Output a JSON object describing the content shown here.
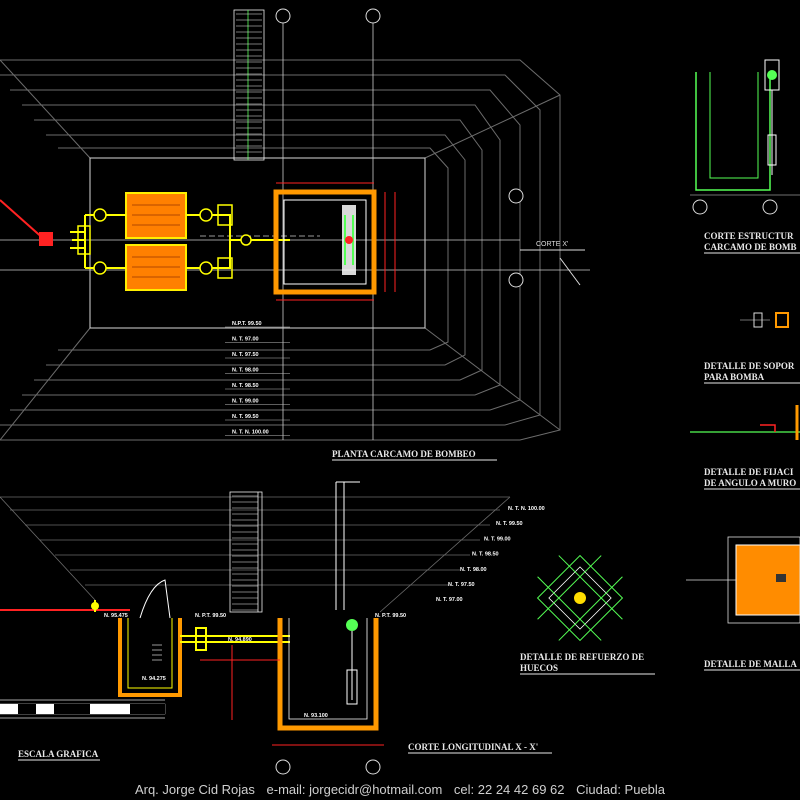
{
  "titles": {
    "plant": "PLANTA CARCAMO DE BOMBEO",
    "longitudinal": "CORTE LONGITUDINAL X - X'",
    "scale": "ESCALA GRAFICA",
    "structural_1": "CORTE ESTRUCTUR",
    "structural_2": "CARCAMO DE BOMB",
    "support_1": "DETALLE DE SOPOR",
    "support_2": "PARA BOMBA",
    "angle_1": "DETALLE DE FIJACI",
    "angle_2": "DE ANGULO A MURO",
    "holes_1": "DETALLE DE REFUERZO DE",
    "holes_2": "HUECOS",
    "mesh": "DETALLE DE MALLA",
    "section_mark": "CORTE X'"
  },
  "plan_levels": [
    "N.P.T. 99.50",
    "N. T. 97.00",
    "N. T. 97.50",
    "N. T. 98.00",
    "N. T. 98.50",
    "N. T. 99.00",
    "N. T. 99.50",
    "N. T. N. 100.00"
  ],
  "section_levels": [
    "N. T. N. 100.00",
    "N. T. 99.50",
    "N. T. 99.00",
    "N. T. 98.50",
    "N. T. 98.00",
    "N. T. 97.50",
    "N. T. 97.00"
  ],
  "section_labels": {
    "npt": "N. P.T. 99.50",
    "npt_right": "N. P.T. 99.50",
    "left_level": "N. 95.475",
    "pipe_level": "N. 94.890",
    "tank_bottom": "N. 94.275",
    "pit_bottom": "N. 93.100"
  },
  "footer": {
    "author": "Arq. Jorge Cid Rojas",
    "email": "e-mail: jorgecidr@hotmail.com",
    "phone": "cel: 22 24 42 69 62",
    "city": "Ciudad: Puebla"
  },
  "colors": {
    "background": "#000000",
    "slope": "#6c6c6c",
    "concrete": "#ff9900",
    "pipe": "#ffff00",
    "rebar": "#55ff55",
    "valve": "#ff2222",
    "axis": "#dddddd",
    "pump": "#ff8000"
  }
}
